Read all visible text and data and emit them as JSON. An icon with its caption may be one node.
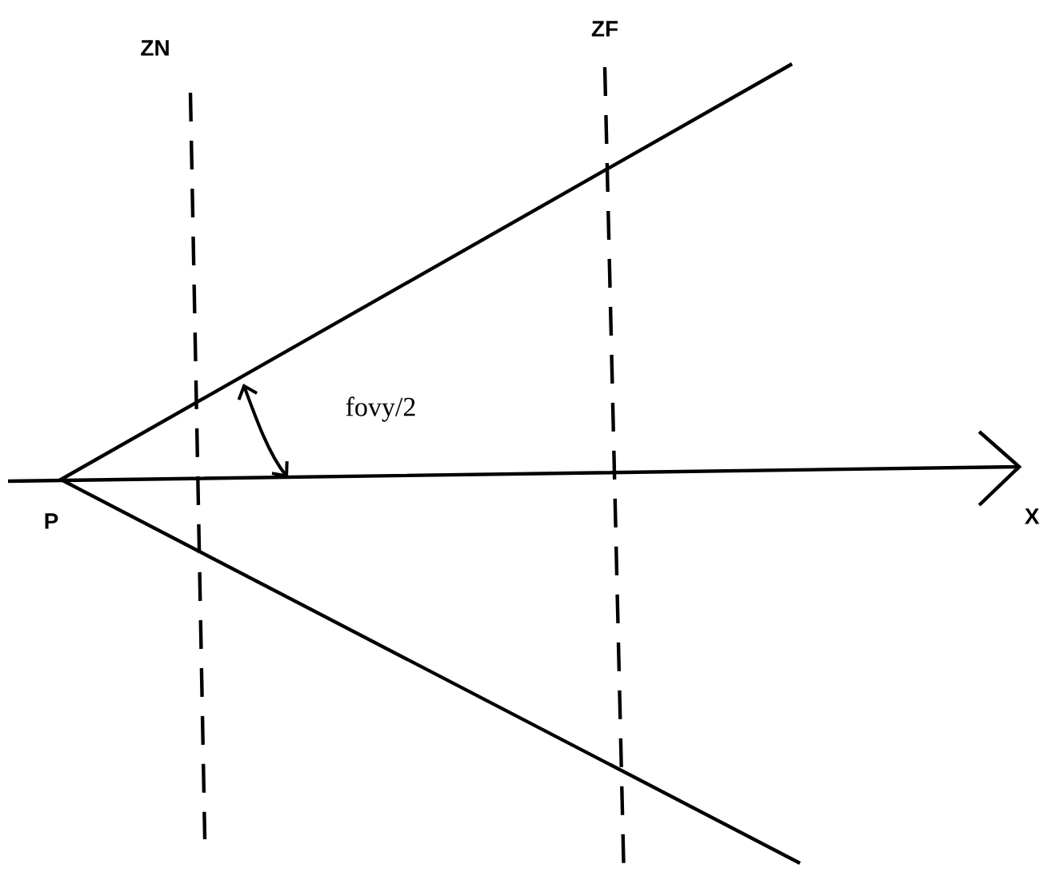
{
  "diagram": {
    "labels": [
      "ZN",
      "ZF",
      "fovy/2",
      "P",
      "X"
    ]
  }
}
